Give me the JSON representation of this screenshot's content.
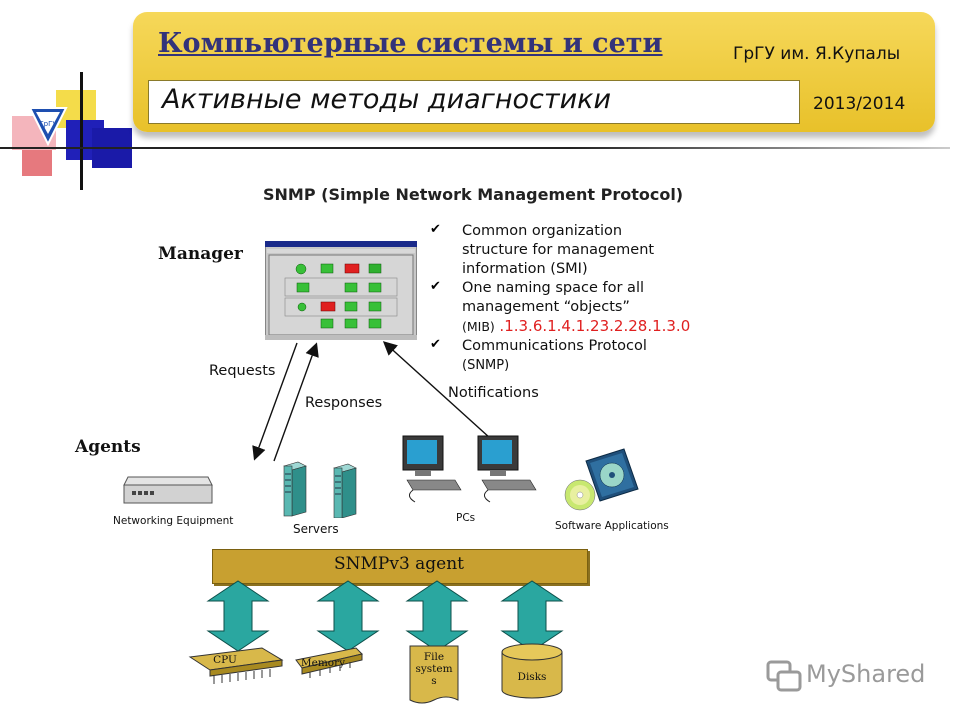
{
  "header": {
    "course_title": "Компьютерные системы и сети",
    "university": "ГрГУ им. Я.Купалы",
    "topic": "Активные методы диагностики",
    "year": "2013/2014"
  },
  "diagram": {
    "title": "SNMP (Simple Network Management Protocol)",
    "manager_label": "Manager",
    "agents_label": "Agents",
    "bullets": [
      {
        "lines": [
          "Common organization",
          "structure for management",
          "information (SMI)"
        ]
      },
      {
        "lines": [
          "One naming space for all",
          "management “objects”"
        ],
        "last_line": "(MIB)",
        "oid": ".1.3.6.1.4.1.23.2.28.1.3.0"
      },
      {
        "lines": [
          "Communications Protocol",
          "(SNMP)"
        ]
      }
    ],
    "arrow_labels": {
      "requests": "Requests",
      "responses": "Responses",
      "notifications": "Notifications"
    },
    "agent_types": {
      "networking": "Networking Equipment",
      "servers": "Servers",
      "pcs": "PCs",
      "software": "Software Applications"
    },
    "agent_bar": "SNMPv3 agent",
    "resources": {
      "cpu": "CPU",
      "memory": "Memory",
      "filesystems_1": "File",
      "filesystems_2": "system",
      "filesystems_3": "s",
      "disks": "Disks"
    },
    "logo_text": "ГрГУ"
  },
  "watermark": "MyShared",
  "colors": {
    "banner": "#e8c12a",
    "title_blue": "#33337a",
    "agent_bar": "#c8a030",
    "arrow_teal": "#2aa7a0",
    "oid_red": "#e02020"
  }
}
